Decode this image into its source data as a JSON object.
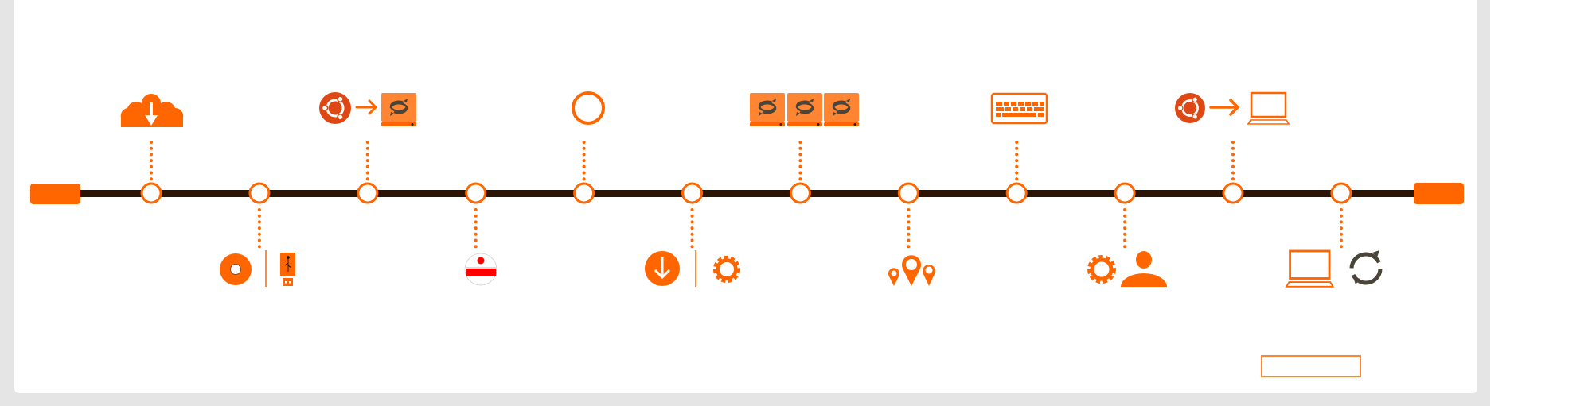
{
  "colors": {
    "accent": "#ff6600",
    "accent_light": "#ff8533",
    "ubuntu": "#dd4814",
    "timeline": "#2c1505",
    "dark_icon": "#4a4538",
    "frame": "#e5e5e5",
    "flag_red": "#ff0000"
  },
  "timeline": {
    "start_cap": "start-bar",
    "end_cap": "end-bar",
    "nodes": [
      {
        "side": "top",
        "icons": [
          "cloud-download-icon"
        ]
      },
      {
        "side": "bottom",
        "icons": [
          "cd-disc-icon",
          "usb-drive-icon"
        ]
      },
      {
        "side": "top",
        "icons": [
          "ubuntu-logo-icon",
          "arrow-right-icon",
          "sync-drive-icon"
        ]
      },
      {
        "side": "bottom",
        "icons": [
          "japan-flag-icon"
        ]
      },
      {
        "side": "top",
        "icons": [
          "empty-circle-icon"
        ]
      },
      {
        "side": "bottom",
        "icons": [
          "download-circle-icon",
          "gear-icon"
        ]
      },
      {
        "side": "top",
        "icons": [
          "sync-drive-icon",
          "sync-drive-icon",
          "sync-drive-icon"
        ]
      },
      {
        "side": "bottom",
        "icons": [
          "map-pins-icon"
        ]
      },
      {
        "side": "top",
        "icons": [
          "keyboard-icon"
        ]
      },
      {
        "side": "bottom",
        "icons": [
          "gear-icon",
          "user-icon"
        ]
      },
      {
        "side": "top",
        "icons": [
          "ubuntu-logo-icon",
          "arrow-right-icon",
          "laptop-icon"
        ]
      },
      {
        "side": "bottom",
        "icons": [
          "laptop-icon",
          "refresh-icon"
        ]
      }
    ]
  },
  "button": {
    "label": ""
  }
}
